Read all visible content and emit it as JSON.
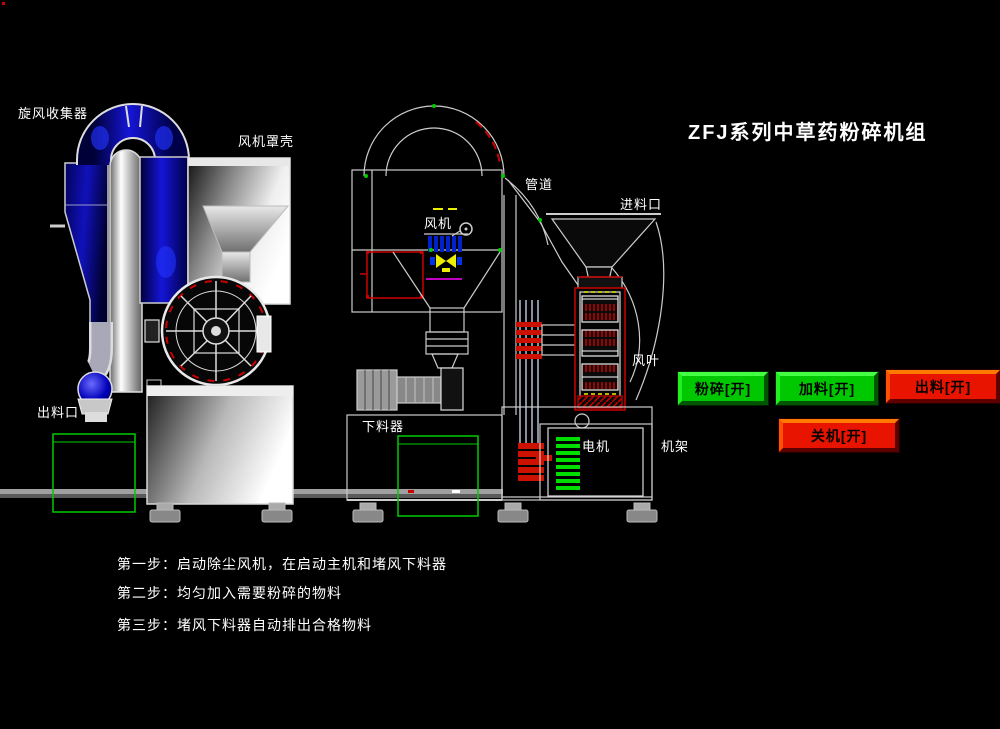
{
  "window": {
    "background": "#000000"
  },
  "title": {
    "text": "ZFJ系列中草药粉碎机组",
    "color": "#FFFFFF"
  },
  "machine_labels": {
    "cyclone_collector": "旋风收集器",
    "fan_housing": "风机罩壳",
    "pipe": "管道",
    "fan": "风机",
    "feed_inlet": "进料口",
    "fan_blade": "风叶",
    "frame": "机架",
    "motor": "电机",
    "feeder": "下料器",
    "discharge_outlet": "出料口"
  },
  "buttons": {
    "crush": {
      "label": "粉碎[开]",
      "color": "#00C800"
    },
    "feed": {
      "label": "加料[开]",
      "color": "#00C800"
    },
    "discharge": {
      "label": "出料[开]",
      "color": "#E81400"
    },
    "shutdown": {
      "label": "关机[开]",
      "color": "#E81400"
    }
  },
  "steps": {
    "step1": "第一步：启动除尘风机，在启动主机和堵风下料器",
    "step2": "第二步：均匀加入需要粉碎的物料",
    "step3": "第三步：堵风下料器自动排出合格物料"
  },
  "colors": {
    "diagram_blue": "#1111bb",
    "accent_red": "#cc0000",
    "accent_green": "#00cc00",
    "accent_yellow": "#eeee00",
    "accent_magenta": "#ff00ff",
    "line_white": "#dddddd"
  }
}
